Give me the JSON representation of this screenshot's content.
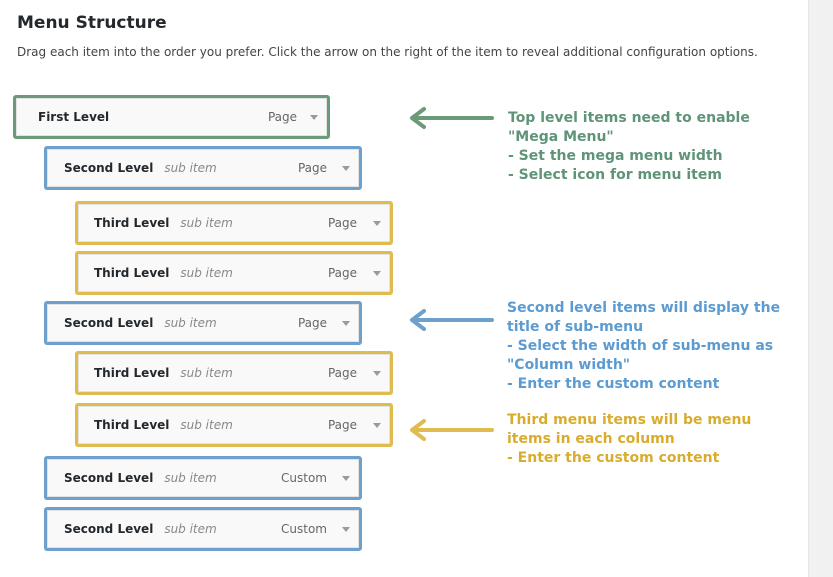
{
  "header": {
    "title": "Menu Structure",
    "description": "Drag each item into the order you prefer. Click the arrow on the right of the item to reveal additional configuration options."
  },
  "colors": {
    "level1": "#6b9a7a",
    "level2": "#6ea0cd",
    "level3": "#e0bb50",
    "note1": "#5f9478",
    "note2": "#5b9bd1",
    "note3": "#d9ac2e"
  },
  "menu_items": [
    {
      "level": 1,
      "label": "First Level",
      "sub": "",
      "type": "Page"
    },
    {
      "level": 2,
      "label": "Second Level",
      "sub": "sub item",
      "type": "Page"
    },
    {
      "level": 3,
      "label": "Third Level",
      "sub": "sub item",
      "type": "Page"
    },
    {
      "level": 3,
      "label": "Third Level",
      "sub": "sub item",
      "type": "Page"
    },
    {
      "level": 2,
      "label": "Second Level",
      "sub": "sub item",
      "type": "Page"
    },
    {
      "level": 3,
      "label": "Third Level",
      "sub": "sub item",
      "type": "Page"
    },
    {
      "level": 3,
      "label": "Third Level",
      "sub": "sub item",
      "type": "Page"
    },
    {
      "level": 2,
      "label": "Second Level",
      "sub": "sub item",
      "type": "Custom"
    },
    {
      "level": 2,
      "label": "Second Level",
      "sub": "sub item",
      "type": "Custom"
    }
  ],
  "notes": {
    "top_level": [
      "Top level items need to enable",
      "\"Mega Menu\"",
      "- Set the mega menu width",
      "- Select icon for menu item"
    ],
    "second_level": [
      "Second level items will display the",
      "title of sub-menu",
      "- Select the width of sub-menu as",
      "\"Column width\"",
      "- Enter the custom content"
    ],
    "third_level": [
      "Third menu items will be menu",
      "items in each column",
      "- Enter the custom content"
    ]
  }
}
